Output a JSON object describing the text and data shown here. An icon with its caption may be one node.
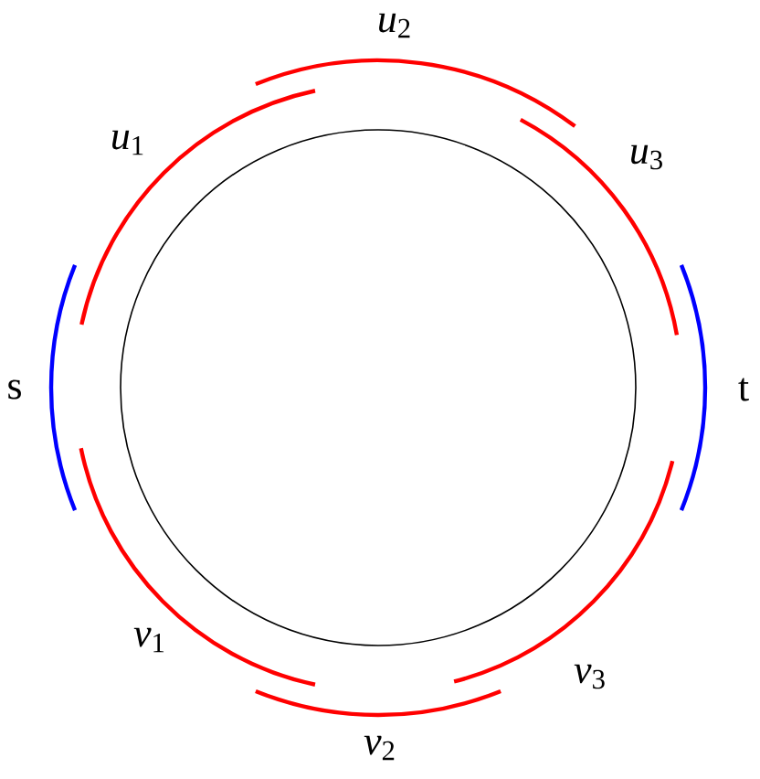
{
  "diagram": {
    "labels": [
      "*u*$_{2}$",
      "*u*$_{1}$",
      "*u*$_{3}$",
      "s",
      "t",
      "*v*$_{1}$",
      "*v*$_{3}$",
      "*v*$_{2}$"
    ]
  }
}
